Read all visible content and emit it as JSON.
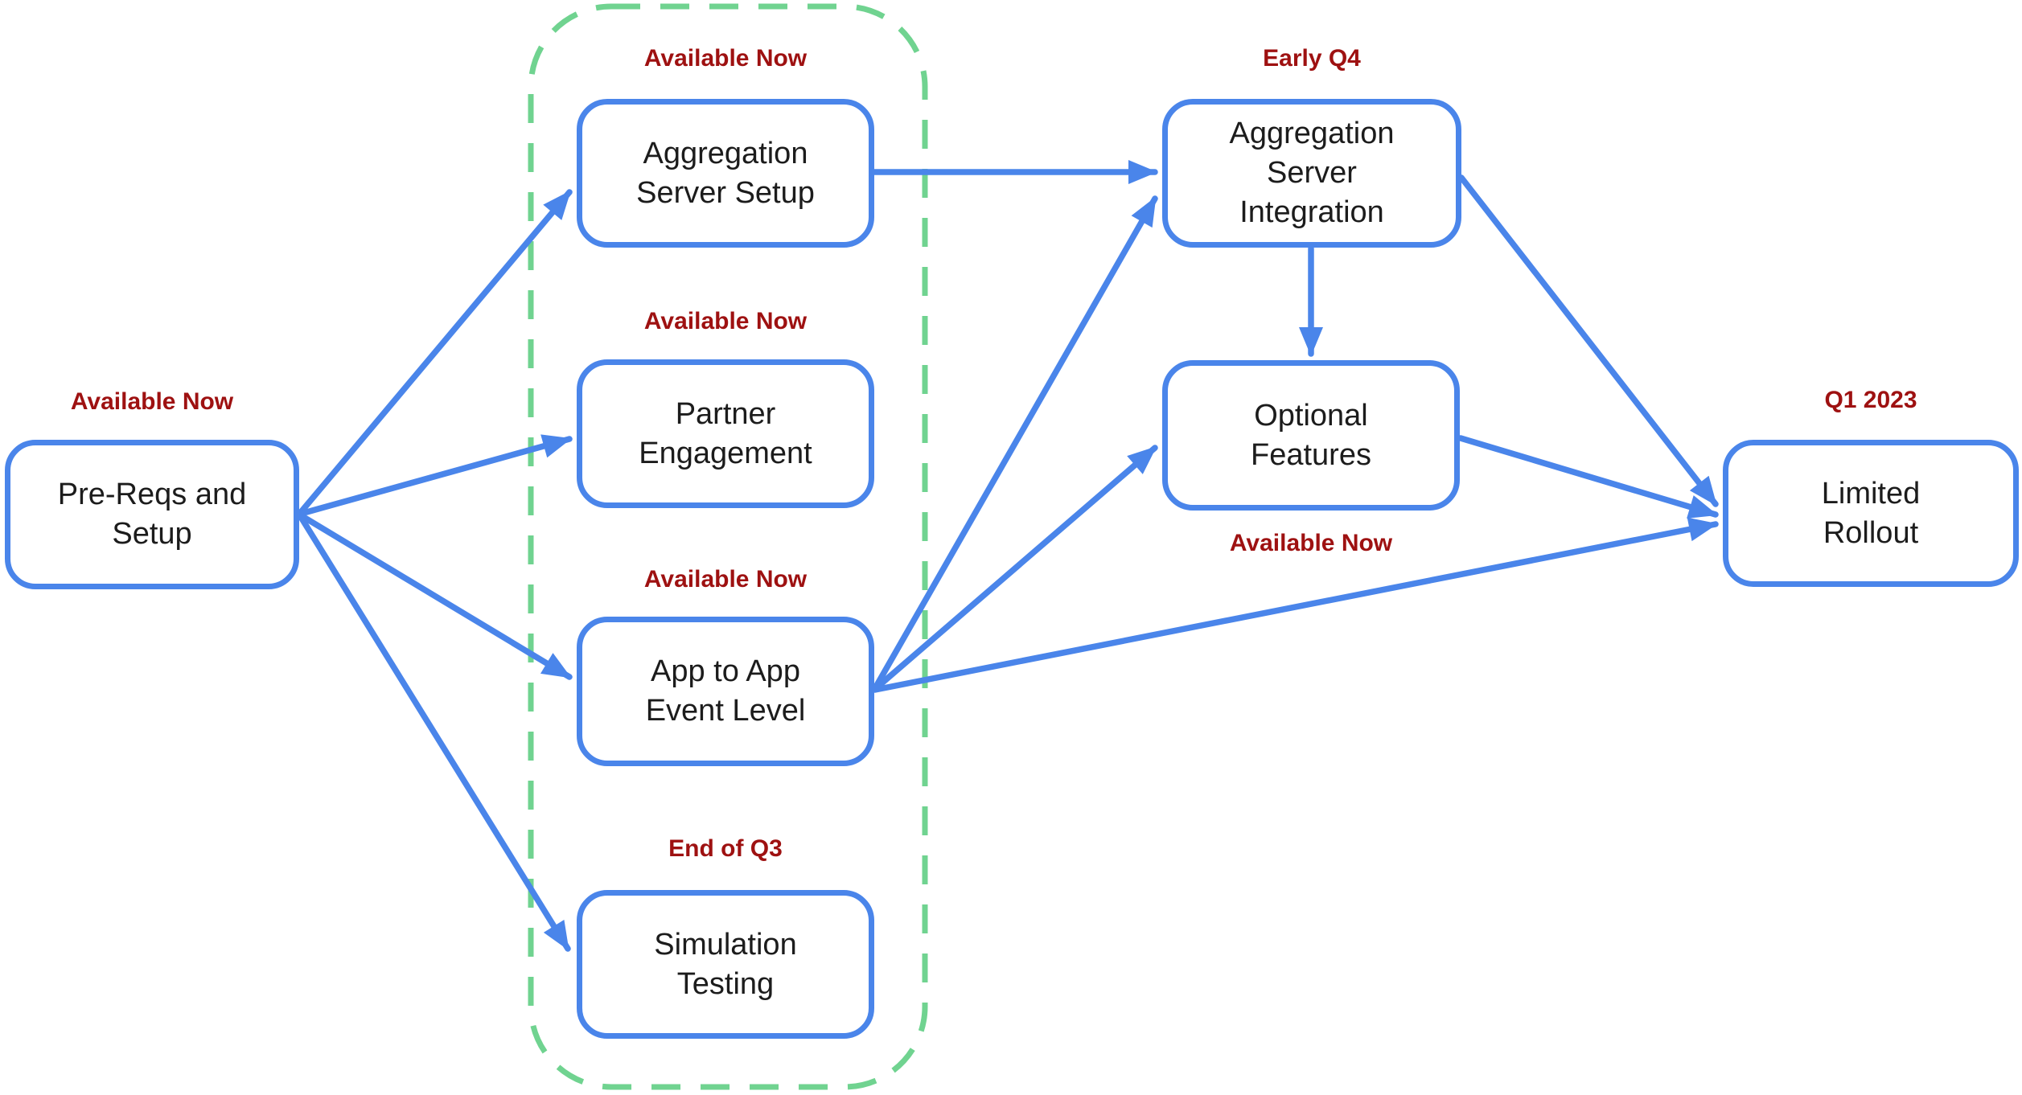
{
  "colors": {
    "node_border": "#4A85EA",
    "arrow": "#4A85EA",
    "node_text": "#1C1C1C",
    "status_text": "#9E1111",
    "group_border": "#70D390",
    "background": "#FFFFFF"
  },
  "nodes": {
    "prereqs": {
      "label": "Pre-Reqs and\nSetup",
      "status": "Available Now"
    },
    "agg_setup": {
      "label": "Aggregation\nServer Setup",
      "status": "Available Now"
    },
    "partner": {
      "label": "Partner\nEngagement",
      "status": "Available Now"
    },
    "app_to_app": {
      "label": "App to App\nEvent Level",
      "status": "Available Now"
    },
    "simulation": {
      "label": "Simulation\nTesting",
      "status": "End of Q3"
    },
    "agg_integration": {
      "label": "Aggregation\nServer\nIntegration",
      "status": "Early Q4"
    },
    "optional": {
      "label": "Optional\nFeatures",
      "status": "Available Now"
    },
    "rollout": {
      "label": "Limited\nRollout",
      "status": "Q1 2023"
    }
  },
  "group": {
    "style": "dashed-rounded-rect",
    "members": [
      "agg_setup",
      "partner",
      "app_to_app",
      "simulation"
    ]
  },
  "edges": [
    {
      "from": "prereqs",
      "to": "agg_setup"
    },
    {
      "from": "prereqs",
      "to": "partner"
    },
    {
      "from": "prereqs",
      "to": "app_to_app"
    },
    {
      "from": "prereqs",
      "to": "simulation"
    },
    {
      "from": "agg_setup",
      "to": "agg_integration"
    },
    {
      "from": "app_to_app",
      "to": "agg_integration"
    },
    {
      "from": "app_to_app",
      "to": "optional"
    },
    {
      "from": "app_to_app",
      "to": "rollout"
    },
    {
      "from": "agg_integration",
      "to": "optional"
    },
    {
      "from": "agg_integration",
      "to": "rollout"
    },
    {
      "from": "optional",
      "to": "rollout"
    }
  ]
}
